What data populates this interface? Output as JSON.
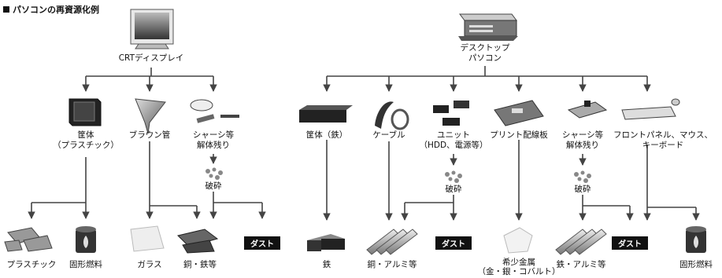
{
  "title": "パソコンの再資源化例",
  "sources": {
    "crt": "CRTディスプレイ",
    "desktop_line1": "デスクトップ",
    "desktop_line2": "パソコン"
  },
  "crt_parts": {
    "casing_line1": "筐体",
    "casing_line2": "（プラスチック）",
    "braun_tube": "ブラウン管",
    "chassis_line1": "シャーシ等",
    "chassis_line2": "解体残り",
    "crush": "破砕"
  },
  "pc_parts": {
    "casing": "筐体（鉄）",
    "cable": "ケーブル",
    "unit_line1": "ユニット",
    "unit_line2": "（HDD、電源等）",
    "pcb": "プリント配線板",
    "chassis_line1": "シャーシ等",
    "chassis_line2": "解体残り",
    "front_line1": "フロントパネル、マウス、",
    "front_line2": "キーボード",
    "crush_unit": "破砕",
    "crush_chassis": "破砕"
  },
  "outputs": {
    "plastic": "プラスチック",
    "solid_fuel_1": "固形燃料",
    "glass": "ガラス",
    "copper_iron": "銅・鉄等",
    "dust_1": "ダスト",
    "iron": "鉄",
    "copper_aluminum": "銅・アルミ等",
    "dust_2": "ダスト",
    "rare_metal_line1": "希少金属",
    "rare_metal_line2": "（金・銀・コバルト）",
    "iron_aluminum": "鉄・アルミ等",
    "dust_3": "ダスト",
    "solid_fuel_2": "固形燃料"
  }
}
